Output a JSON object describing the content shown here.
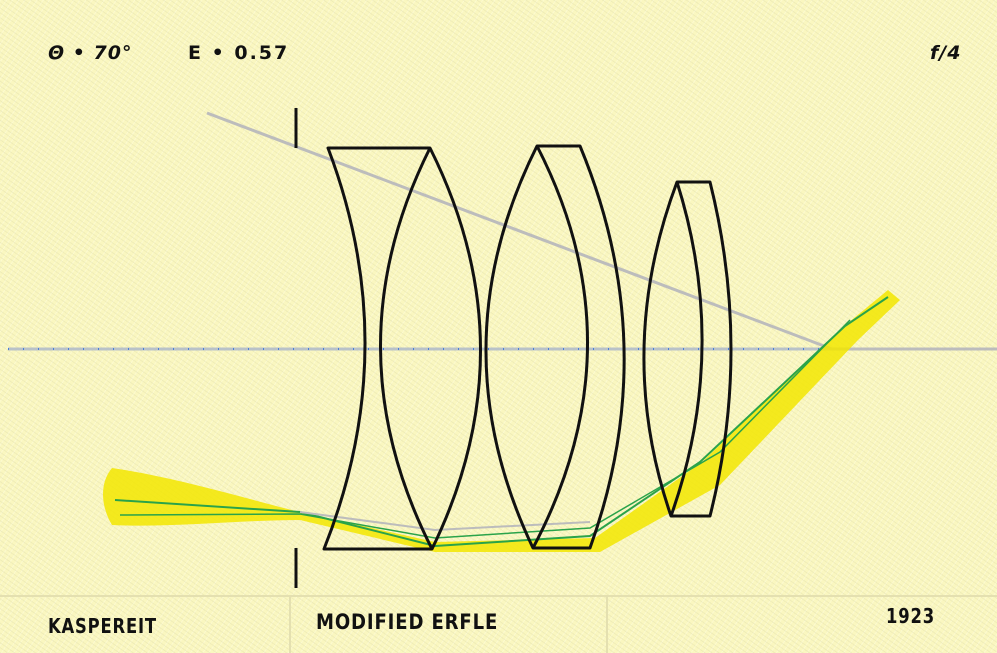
{
  "labels": {
    "field_angle": "Θ • 70°",
    "e_value": "E • 0.57",
    "aperture": "f/4",
    "designer": "KASPEREIT",
    "design_name": "MODIFIED ERFLE",
    "year": "1923"
  },
  "colors": {
    "background": "#faf7c0",
    "lens_outline": "#111111",
    "axis": "#b9c2c8",
    "axis_dots": "#4a7fd6",
    "chief_ray": "#bcbcbc",
    "fan_fill": "#f2e600",
    "green_ray": "#2aa34a"
  }
}
